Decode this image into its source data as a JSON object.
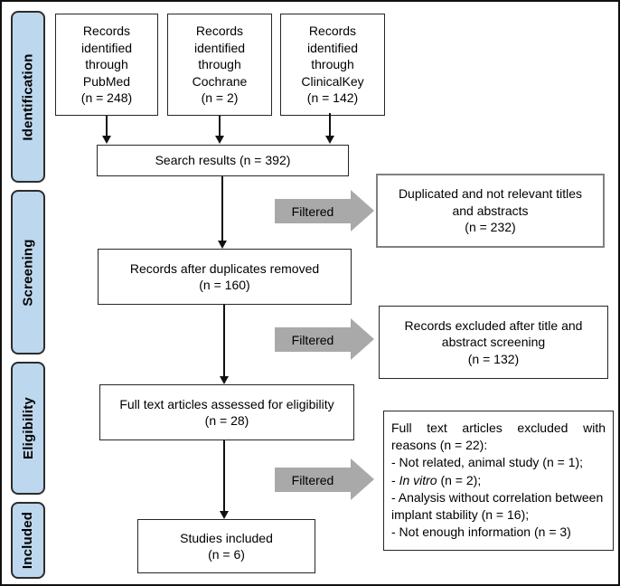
{
  "diagram": {
    "type": "prisma-flow",
    "colors": {
      "stage_fill": "#BDD7EE",
      "stage_border": "#2D2D2D",
      "filter_arrow_fill": "#A9A9A9",
      "box_border": "#262626",
      "excluded_titles_box_border": "#808080",
      "background": "#FFFFFF",
      "text": "#000000"
    },
    "stages": [
      {
        "label": "Identification"
      },
      {
        "label": "Screening"
      },
      {
        "label": "Eligibility"
      },
      {
        "label": "Included"
      }
    ],
    "sources": [
      {
        "text": "Records\nidentified\nthrough\nPubMed\n(n = 248)"
      },
      {
        "text": "Records\nidentified\nthrough\nCochrane\n(n = 2)"
      },
      {
        "text": "Records\nidentified\nthrough\nClinicalKey\n(n = 142)"
      }
    ],
    "main_boxes": [
      {
        "text": "Search results (n = 392)"
      },
      {
        "text": "Records after duplicates removed\n(n = 160)"
      },
      {
        "text": "Full text articles assessed for eligibility\n(n = 28)"
      },
      {
        "text": "Studies included\n(n = 6)"
      }
    ],
    "filter_arrows": [
      {
        "label": "Filtered"
      },
      {
        "label": "Filtered"
      },
      {
        "label": "Filtered"
      }
    ],
    "excluded_boxes": [
      {
        "text": "Duplicated and not relevant titles\nand abstracts\n(n = 232)"
      },
      {
        "text": "Records excluded after title and\nabstract screening\n(n = 132)"
      }
    ],
    "reasons_box": {
      "intro": "Full text articles excluded with reasons (n = 22):",
      "items": [
        {
          "text": "- Not related, animal study (n = 1);"
        },
        {
          "pre": "- ",
          "italic": "In vitro",
          "post": " (n = 2);"
        },
        {
          "text": "- Analysis without correlation between implant stability (n = 16);"
        },
        {
          "text": "- Not enough information (n = 3)"
        }
      ]
    }
  }
}
